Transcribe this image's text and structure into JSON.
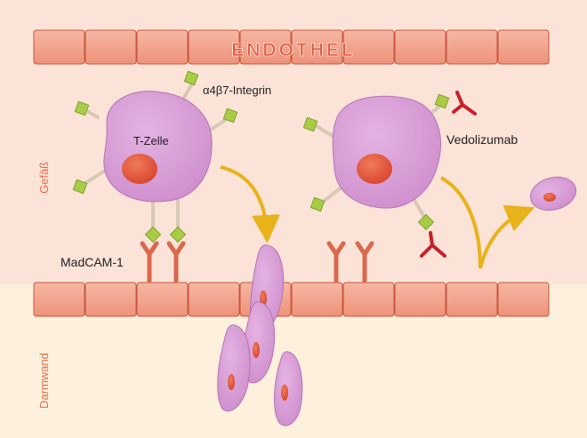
{
  "labels": {
    "endothel": "ENDOTHEL",
    "integrin": "α4β7-Integrin",
    "tcell": "T-Zelle",
    "vedolizumab": "Vedolizumab",
    "madcam": "MadCAM-1",
    "gefaess": "Gefäß",
    "darmwand": "Darmwand"
  },
  "colors": {
    "vessel_bg": "#fbe3d8",
    "gut_bg": "#fdf0dc",
    "brick_fill": "#f3a58f",
    "brick_stroke": "#c8553e",
    "cell_fill": "#d59bd3",
    "cell_stroke": "#b06ab0",
    "nucleus": "#e2573f",
    "integrin_head": "#a8cc45",
    "integrin_stalk": "#d8c8b6",
    "receptor": "#d9684c",
    "antibody": "#c8202a",
    "arrow": "#e8b21a",
    "side_label": "#e07050"
  }
}
